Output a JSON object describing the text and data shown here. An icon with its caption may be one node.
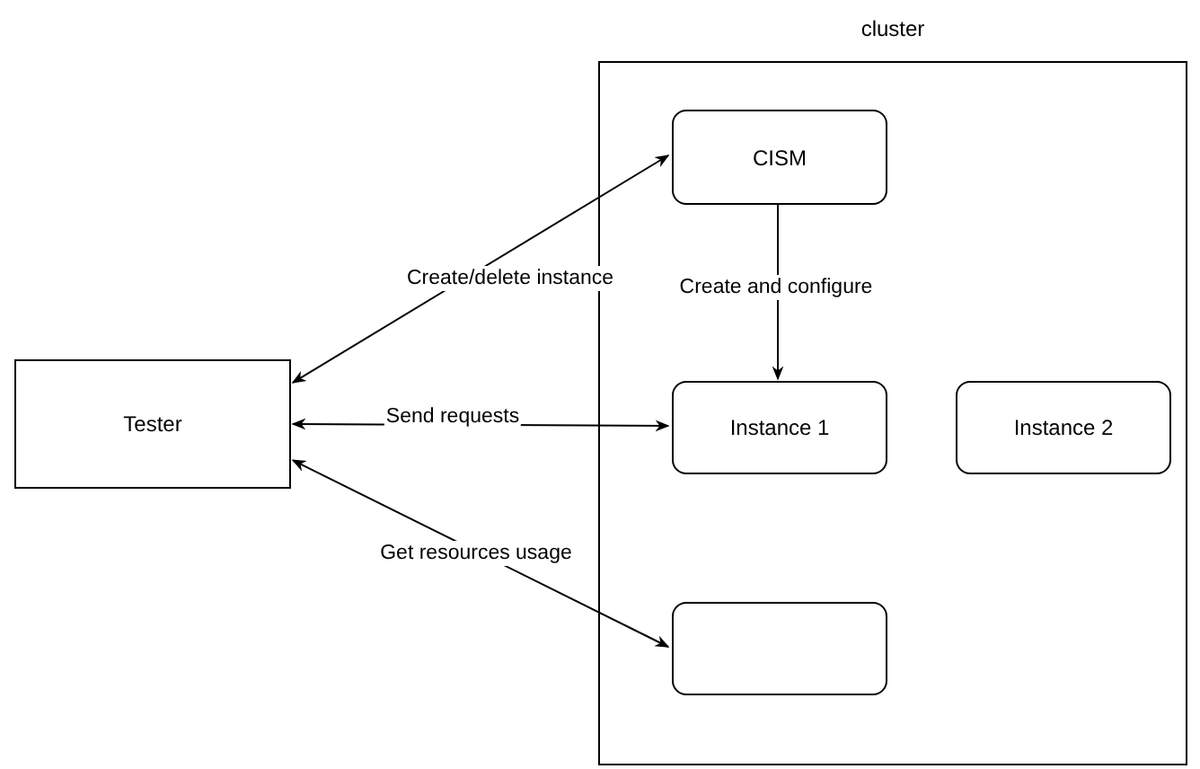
{
  "diagram": {
    "nodes": [
      {
        "text": [
          "Tester"
        ]
      },
      {
        "text": [
          "cluster"
        ]
      },
      {
        "text": [
          "CISM"
        ],
        "in": 1
      },
      {
        "text": [
          "Instance 1"
        ],
        "in": 1
      },
      {
        "text": [
          "Instance 2"
        ],
        "in": 1
      },
      {
        "text": [],
        "shape": "box",
        "in": 1
      }
    ],
    "edges": [
      {
        "from": 0,
        "to": 2,
        "arrow": "both",
        "label": "Create/delete instance"
      },
      {
        "from": 0,
        "to": 3,
        "arrow": "both",
        "label": "Send requests"
      },
      {
        "from": 0,
        "to": 5,
        "arrow": "both",
        "label": "Get resources usage"
      },
      {
        "from": 2,
        "to": 3,
        "arrow": "to",
        "label": "Create and configure"
      }
    ]
  }
}
